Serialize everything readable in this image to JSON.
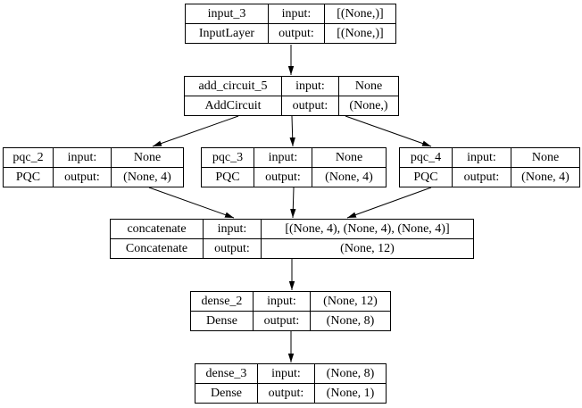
{
  "diagram": {
    "kind": "keras-model-architecture-graph",
    "labels": {
      "input": "input:",
      "output": "output:"
    },
    "nodes": [
      {
        "id": "input_3",
        "name": "input_3",
        "layer_type": "InputLayer",
        "input_shape": "[(None,)]",
        "output_shape": "[(None,)]"
      },
      {
        "id": "add_circuit_5",
        "name": "add_circuit_5",
        "layer_type": "AddCircuit",
        "input_shape": "None",
        "output_shape": "(None,)"
      },
      {
        "id": "pqc_2",
        "name": "pqc_2",
        "layer_type": "PQC",
        "input_shape": "None",
        "output_shape": "(None, 4)"
      },
      {
        "id": "pqc_3",
        "name": "pqc_3",
        "layer_type": "PQC",
        "input_shape": "None",
        "output_shape": "(None, 4)"
      },
      {
        "id": "pqc_4",
        "name": "pqc_4",
        "layer_type": "PQC",
        "input_shape": "None",
        "output_shape": "(None, 4)"
      },
      {
        "id": "concatenate",
        "name": "concatenate",
        "layer_type": "Concatenate",
        "input_shape": "[(None, 4), (None, 4), (None, 4)]",
        "output_shape": "(None, 12)"
      },
      {
        "id": "dense_2",
        "name": "dense_2",
        "layer_type": "Dense",
        "input_shape": "(None, 12)",
        "output_shape": "(None, 8)"
      },
      {
        "id": "dense_3",
        "name": "dense_3",
        "layer_type": "Dense",
        "input_shape": "(None, 8)",
        "output_shape": "(None, 1)"
      }
    ],
    "edges": [
      {
        "from": "input_3",
        "to": "add_circuit_5"
      },
      {
        "from": "add_circuit_5",
        "to": "pqc_2"
      },
      {
        "from": "add_circuit_5",
        "to": "pqc_3"
      },
      {
        "from": "add_circuit_5",
        "to": "pqc_4"
      },
      {
        "from": "pqc_2",
        "to": "concatenate"
      },
      {
        "from": "pqc_3",
        "to": "concatenate"
      },
      {
        "from": "pqc_4",
        "to": "concatenate"
      },
      {
        "from": "concatenate",
        "to": "dense_2"
      },
      {
        "from": "dense_2",
        "to": "dense_3"
      }
    ]
  }
}
